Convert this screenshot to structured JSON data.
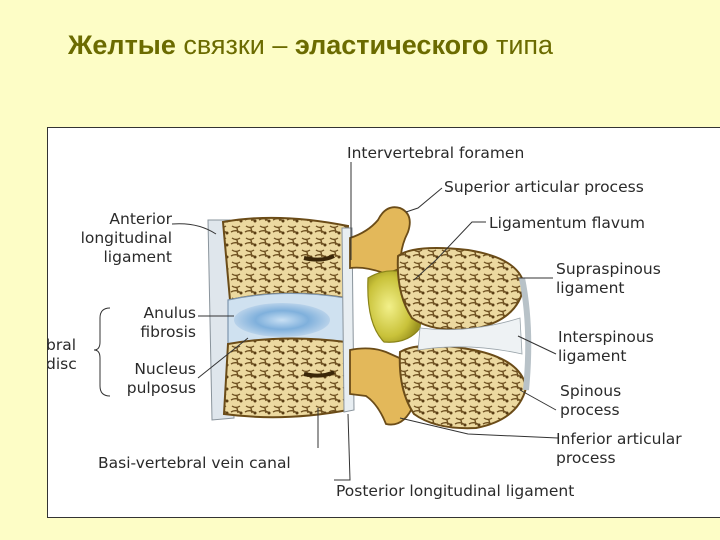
{
  "title": {
    "part1_bold": "Желтые",
    "part2": " связки – ",
    "part3_bold": "эластического",
    "part4": " типа"
  },
  "figure": {
    "labels": {
      "intervertebral_foramen": "Intervertebral foramen",
      "superior_articular_process": "Superior articular process",
      "ligamentum_flavum": "Ligamentum flavum",
      "anterior_longitudinal_ligament": [
        "Anterior",
        "longitudinal",
        "ligament"
      ],
      "anulus_fibrosis": [
        "Anulus",
        "fibrosis"
      ],
      "nucleus_pulposus": [
        "Nucleus",
        "pulposus"
      ],
      "intervertebral_disc_partial": [
        "bral",
        "disc"
      ],
      "supraspinous_ligament": [
        "Supraspinous",
        "ligament"
      ],
      "interspinous_ligament": [
        "Interspinous",
        "ligament"
      ],
      "spinous_process": [
        "Spinous",
        "process"
      ],
      "inferior_articular_process": [
        "Inferior articular",
        "process"
      ],
      "basi_vertebral_vein_canal": "Basi-vertebral vein canal",
      "posterior_longitudinal_ligament": "Posterior longitudinal ligament"
    },
    "colors": {
      "bone": "#e8d59a",
      "bone_dark": "#8a6a2a",
      "ligament_flavum": "#d6d24a",
      "disc_blue": "#8fb8dc",
      "ligament_grey": "#dfe6ec"
    }
  }
}
